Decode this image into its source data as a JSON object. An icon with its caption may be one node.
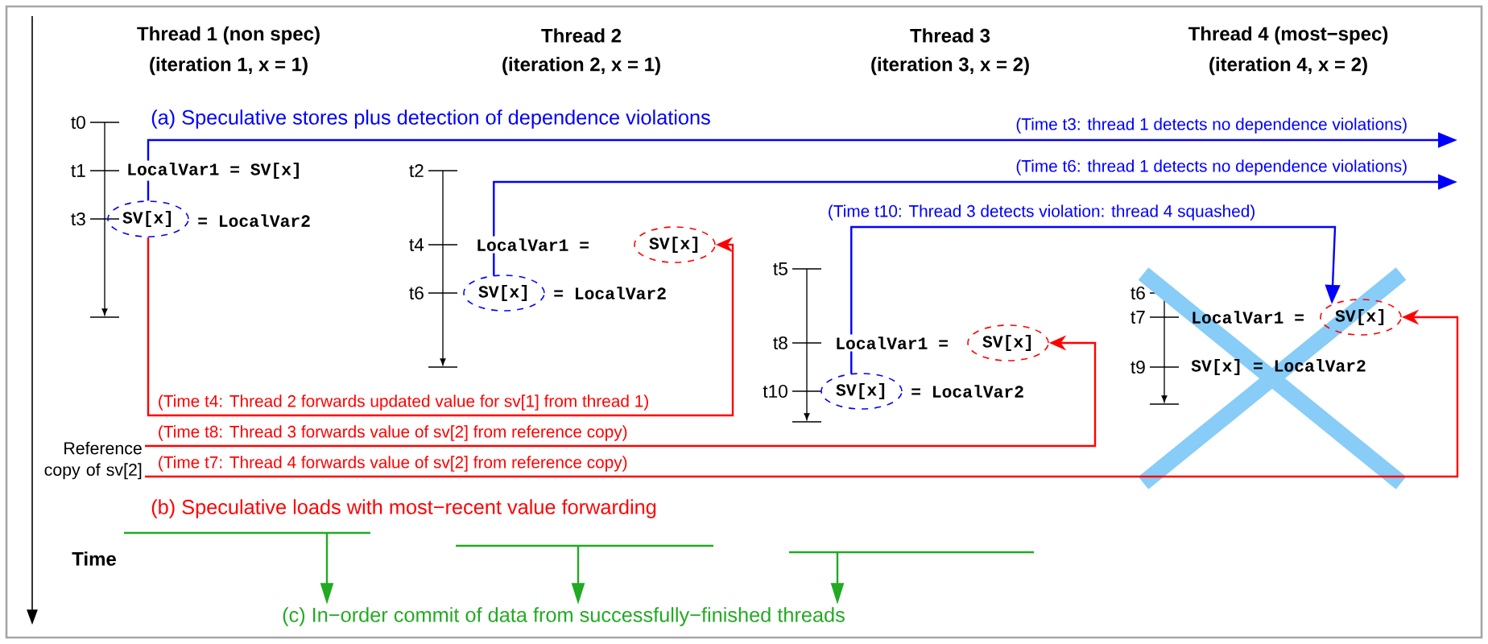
{
  "diagram": {
    "nodes": [
      {
        "text": [
          "SV[x]"
        ]
      },
      {
        "text": [
          "SV[x]"
        ]
      },
      {
        "text": [
          "SV[x]"
        ]
      },
      {
        "text": [
          "SV[x]"
        ]
      },
      {
        "text": [
          "SV[x]"
        ]
      },
      {
        "text": [
          "SV[x]"
        ]
      },
      {
        "text": [
          "Reference copy of sv[2]"
        ]
      },
      {
        "text": [],
        "shape": "bar"
      },
      {
        "text": [],
        "shape": "bar"
      },
      {
        "text": [],
        "shape": "bar"
      },
      {
        "text": [
          "(c) In−order commit of data from successfully−finished threads"
        ]
      }
    ],
    "edges": [
      {
        "from": 0,
        "to": null,
        "arrow": "to",
        "label": "(Time t3: thread 1 detects no dependence violations)",
        "color": "#0000ff"
      },
      {
        "from": 2,
        "to": null,
        "arrow": "to",
        "label": "(Time t6: thread 1 detects no dependence violations)",
        "color": "#0000ff"
      },
      {
        "from": 4,
        "to": 5,
        "arrow": "to",
        "label": "(Time t10: Thread 3 detects violation: thread 4 squashed)",
        "color": "#0000ff"
      },
      {
        "from": 0,
        "to": 1,
        "arrow": "to",
        "label": "(Time t4: Thread 2 forwards updated value for sv[1] from thread 1)",
        "color": "#ff0000"
      },
      {
        "from": 6,
        "to": 3,
        "arrow": "to",
        "label": "(Time t8: Thread 3 forwards value of sv[2] from reference copy)",
        "color": "#ff0000"
      },
      {
        "from": 6,
        "to": 5,
        "arrow": "to",
        "label": "(Time t7: Thread 4 forwards value of sv[2] from reference copy)",
        "color": "#ff0000"
      },
      {
        "from": 7,
        "to": 10,
        "arrow": "to",
        "color": "#22aa22"
      },
      {
        "from": 8,
        "to": 10,
        "arrow": "to",
        "color": "#22aa22"
      },
      {
        "from": 9,
        "to": 10,
        "arrow": "to",
        "color": "#22aa22"
      }
    ],
    "labels": [
      "Thread 1 (non spec)",
      "Thread 2",
      "Thread 3",
      "Thread 4 (most−spec)",
      "(iteration 1, x = 1)",
      "(iteration 2, x = 1)",
      "(iteration 3, x = 2)",
      "(iteration 4, x = 2)",
      "t0",
      "(a) Speculative stores plus detection of dependence violations",
      "t1",
      "LocalVar1 = SV[x]",
      "t2",
      "t3",
      "= LocalVar2",
      "t4",
      "LocalVar1 =",
      "t5",
      "t6",
      "= LocalVar2",
      "t6",
      "t7",
      "LocalVar1 =",
      "t8",
      "LocalVar1 =",
      "t9",
      "SV[x] = LocalVar2",
      "t10",
      "= LocalVar2",
      "(b) Speculative loads with most−recent value forwarding",
      "Time"
    ]
  }
}
